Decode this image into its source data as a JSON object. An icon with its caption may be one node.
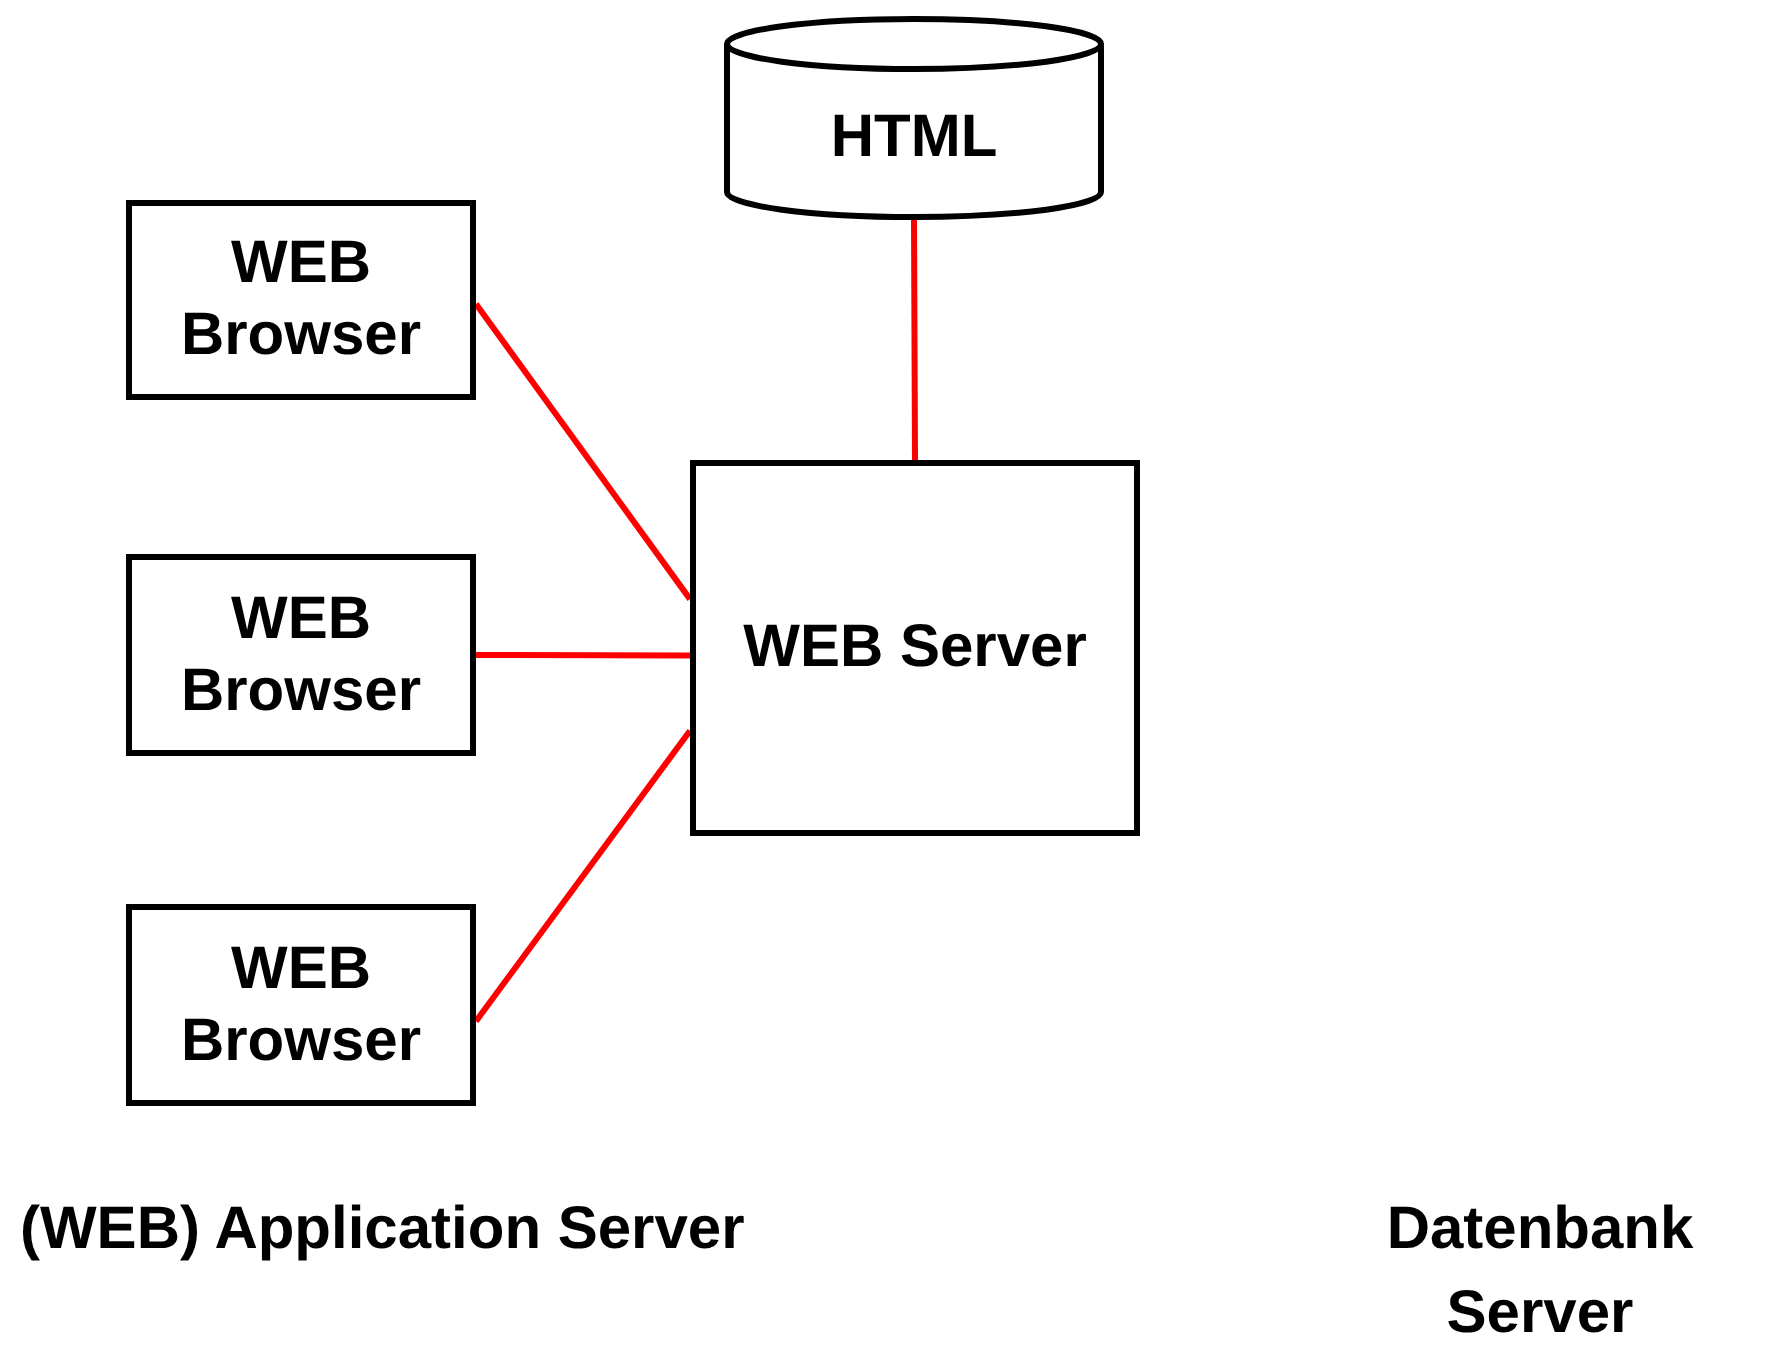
{
  "diagram": {
    "nodes": [
      {
        "text": [
          "HTML"
        ]
      },
      {
        "text": [
          "WEB Browser"
        ]
      },
      {
        "text": [
          "WEB Browser"
        ]
      },
      {
        "text": [
          "WEB Browser"
        ]
      },
      {
        "text": [
          "WEB Server"
        ]
      }
    ],
    "edges": [
      {
        "from": 1,
        "to": 4,
        "arrow": "none",
        "color": "#ff0000"
      },
      {
        "from": 2,
        "to": 4,
        "arrow": "none",
        "color": "#ff0000"
      },
      {
        "from": 3,
        "to": 4,
        "arrow": "none",
        "color": "#ff0000"
      },
      {
        "from": 4,
        "to": 0,
        "arrow": "none",
        "color": "#ff0000"
      }
    ],
    "labels": [
      "(WEB) Application Server",
      "Datenbank Server"
    ]
  }
}
